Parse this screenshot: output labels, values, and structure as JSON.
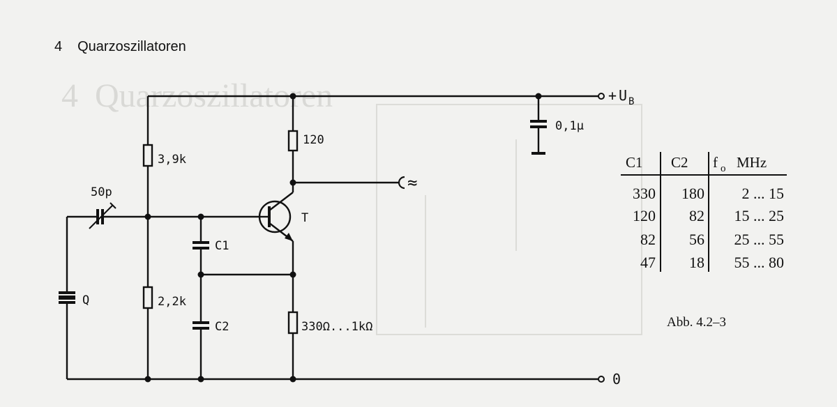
{
  "heading": {
    "number": "4",
    "title": "Quarzoszillatoren"
  },
  "supply": {
    "plus": "+",
    "label": "U",
    "sub": "B",
    "ground": "0"
  },
  "components": {
    "r_top_left": "3,9k",
    "r_bottom_left": "2,2k",
    "r_collector": "120",
    "r_emitter": "330Ω...1kΩ",
    "c_trim": "50p",
    "c1": "C1",
    "c2": "C2",
    "c_decouple": "0,1µ",
    "crystal": "Q",
    "transistor": "T",
    "output": "≈"
  },
  "table": {
    "headers": {
      "c1": "C1",
      "c2": "C2",
      "f0": "f",
      "f0_sub": "o",
      "unit": "MHz"
    },
    "rows": [
      {
        "c1": "330",
        "c2": "180",
        "f": "2 ... 15"
      },
      {
        "c1": "120",
        "c2": "82",
        "f": "15 ... 25"
      },
      {
        "c1": "82",
        "c2": "56",
        "f": "25 ... 55"
      },
      {
        "c1": "47",
        "c2": "18",
        "f": "55 ... 80"
      }
    ]
  },
  "caption": "Abb. 4.2–3"
}
